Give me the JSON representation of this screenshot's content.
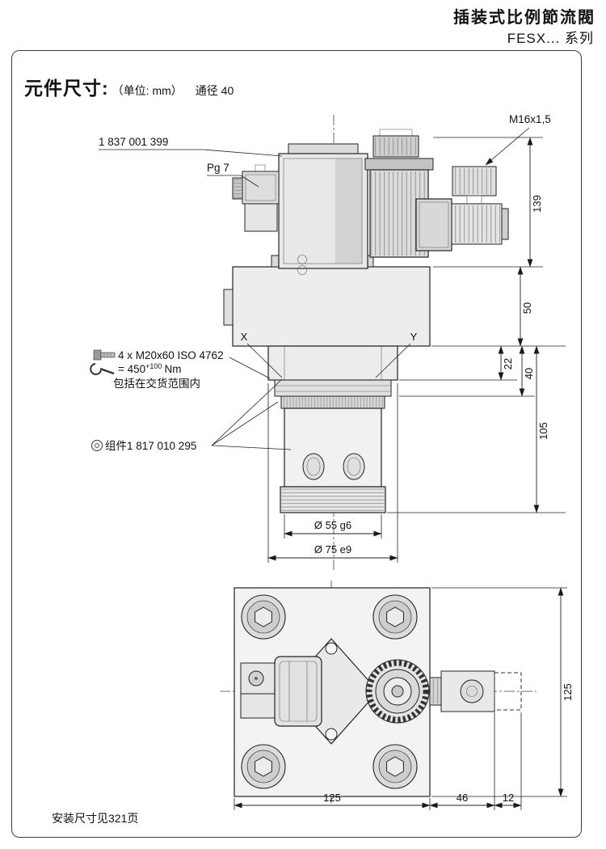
{
  "header": {
    "title": "插装式比例節流閥",
    "series": "FESX...  系列"
  },
  "section": {
    "title": "元件尺寸:",
    "unit": "（单位: mm）",
    "bore": "通径 40"
  },
  "footer": {
    "note": "安装尺寸见321页"
  },
  "labels": {
    "part_number": "1 837 001 399",
    "gland": "Pg 7",
    "thread": "M16x1,5",
    "port_x": "X",
    "port_y": "Y",
    "screws": "4 x M20x60 ISO 4762",
    "torque_prefix": "= 450",
    "torque_sup": "+100",
    "torque_suffix": "Nm",
    "scope": "包括在交货范围内",
    "assembly": "组件1 817 010 295"
  },
  "dims": {
    "h139": "139",
    "h50": "50",
    "h22": "22",
    "h40": "40",
    "h105": "105",
    "dia55": "Ø 55 g6",
    "dia75": "Ø 75 e9",
    "w125": "125",
    "w46": "46",
    "w12": "12",
    "h125": "125"
  }
}
